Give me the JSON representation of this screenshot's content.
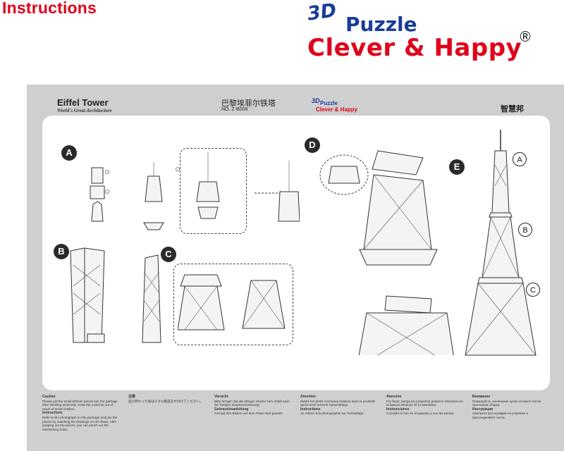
{
  "header": {
    "instructions": "Instructions",
    "logo_3d": "3D",
    "logo_puzzle": "Puzzle",
    "logo_clever": "Clever & Happy",
    "logo_reg": "®"
  },
  "sheet": {
    "title": "Eiffel Tower",
    "subtitle": "World's Great Architecture",
    "chinese_title": "巴黎埃菲尔铁塔",
    "product_no": "NO. Z-B008",
    "mini_3d": "3D",
    "mini_puzzle": "Puzzle",
    "mini_clever": "Clever & Happy",
    "brand_cn": "智慧邦"
  },
  "steps": [
    "A",
    "B",
    "C",
    "D",
    "E"
  ],
  "parts_labels": [
    "A",
    "B",
    "C"
  ],
  "notes": [
    {
      "head": "Caution",
      "body": "Please put the small leftover pieces into the garbage after finishing assembly. Keep the contents out of reach of small children."
    },
    {
      "head": "Instructions",
      "body": "Refer to the photograph on the package and join the pieces by matching the drawings on the sheet. After popping out the pieces, you can punch out the interlocking holes."
    },
    {
      "head": "注意",
      "body": "遊び終わった後は小さな部品を片付けてください。"
    },
    {
      "head": "Vorsicht",
      "body": "Bitte bringen Sie die übrigen Stücke zum Abfall nach der fertigen Zusammensetzung."
    },
    {
      "head": "Gebrauchsanleitung",
      "body": "Gemäß den Bildern auf dem Paket wird gesetzt."
    },
    {
      "head": "Attention",
      "body": "Mettre les petits morceaux restants dans la poubelle après avoir terminé l'assemblage."
    },
    {
      "head": "Instructions",
      "body": "Se référer à la photographie sur l'emballage."
    },
    {
      "head": "Atención",
      "body": "Por favor, ponga los pequeños pedazos sobrantes en la basura después de la asamblea."
    },
    {
      "head": "Instrucciones",
      "body": "Consulte la foto en el paquete y una las piezas."
    },
    {
      "head": "Внимание",
      "body": "Пожалуйста, маленькие куски оставьте после окончания сборки."
    },
    {
      "head": "Инструкция",
      "body": "Смотрите фотографии на упаковке и присоединяйте части."
    }
  ],
  "colors": {
    "brand_red": "#e0001a",
    "brand_blue": "#1a3c9a",
    "sheet_gray": "#cfcfcf"
  }
}
